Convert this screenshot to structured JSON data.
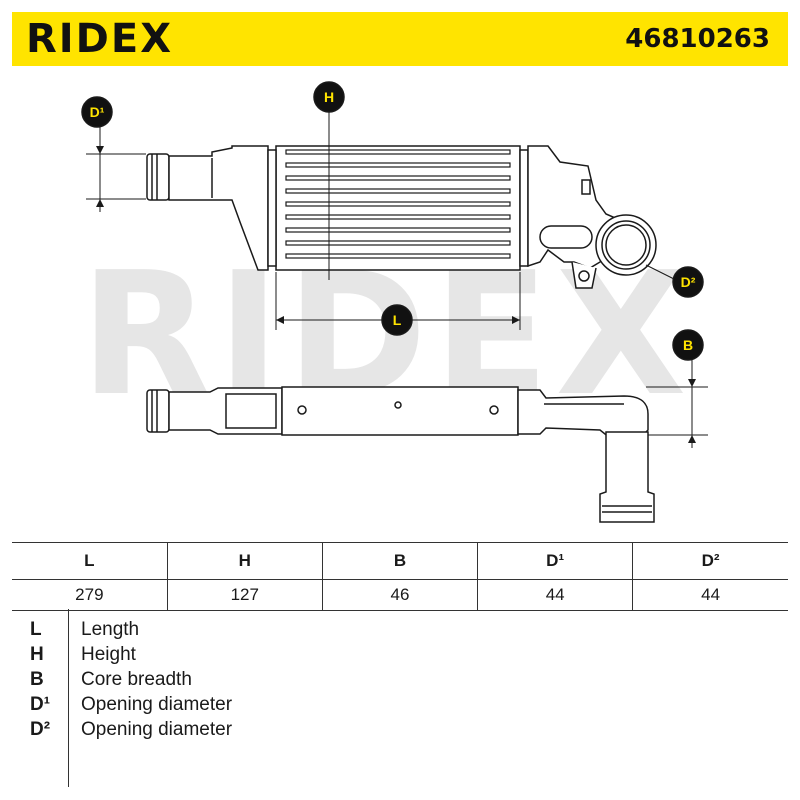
{
  "header": {
    "brand": "RIDEX",
    "part_number": "46810263",
    "background_color": "#ffe400"
  },
  "drawing": {
    "watermark": "RIDEX",
    "badge_color": "#ffe400",
    "callouts": {
      "d1": "D¹",
      "h": "H",
      "d2": "D²",
      "l": "L",
      "b": "B"
    }
  },
  "dimensions_table": {
    "headers": [
      "L",
      "H",
      "B",
      "D¹",
      "D²"
    ],
    "values": [
      "279",
      "127",
      "46",
      "44",
      "44"
    ]
  },
  "legend": [
    {
      "key": "L",
      "label": "Length"
    },
    {
      "key": "H",
      "label": "Height"
    },
    {
      "key": "B",
      "label": "Core breadth"
    },
    {
      "key": "D¹",
      "label": "Opening diameter"
    },
    {
      "key": "D²",
      "label": "Opening diameter"
    }
  ]
}
